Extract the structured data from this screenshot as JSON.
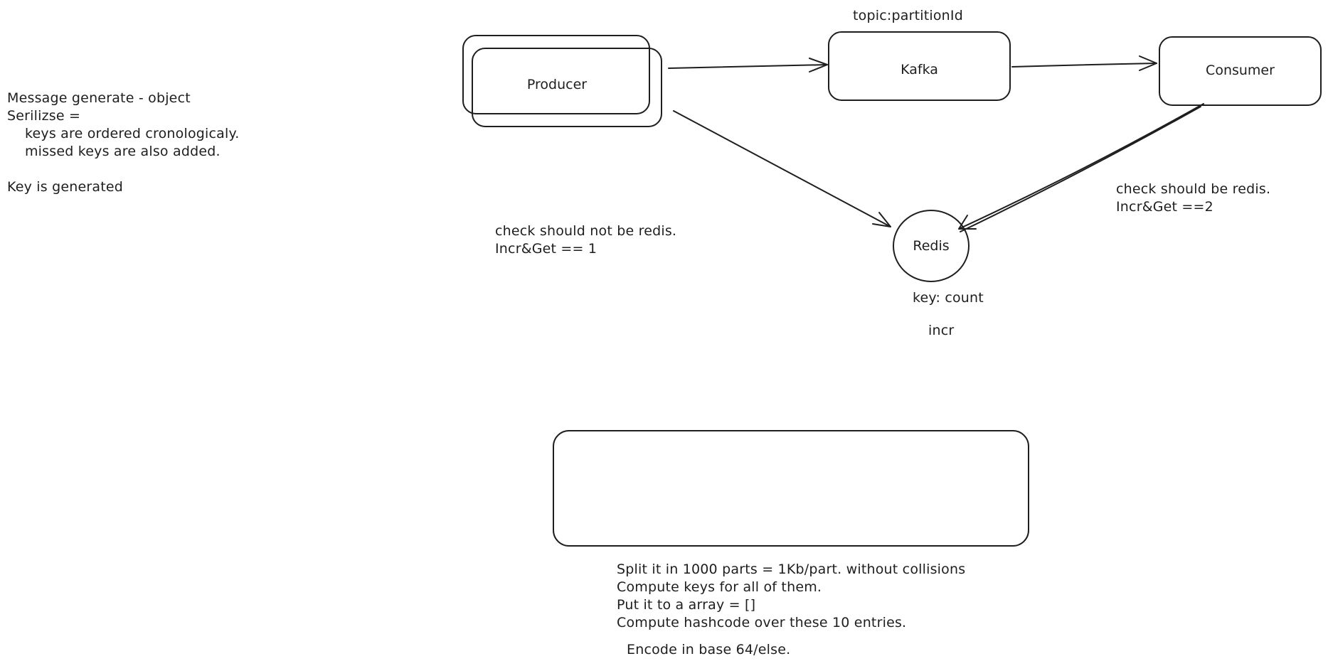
{
  "nodes": {
    "producer": "Producer",
    "kafka": "Kafka",
    "consumer": "Consumer",
    "redis": "Redis"
  },
  "labels": {
    "topic": "topic:partitionId",
    "redis_key": "key: count",
    "redis_incr": "incr"
  },
  "notes": {
    "message_lines": [
      "Message generate - object",
      "Serilizse =",
      "    keys are ordered cronologicaly.",
      "    missed keys are also added.",
      "",
      "Key is generated"
    ],
    "producer_check_lines": [
      "check should not be redis.",
      "Incr&Get == 1"
    ],
    "consumer_check_lines": [
      "check should be redis.",
      "Incr&Get ==2"
    ],
    "split_lines": [
      "Split it in 1000 parts = 1Kb/part. without collisions",
      "Compute keys for all of them.",
      "Put it to a array = []",
      "Compute hashcode over these 10 entries."
    ],
    "encode": "Encode in base 64/else."
  },
  "colors": {
    "stroke": "#1e1e1e",
    "background": "#ffffff"
  }
}
